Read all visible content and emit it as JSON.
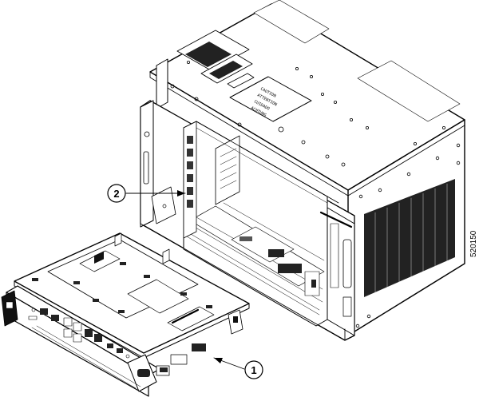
{
  "callouts": [
    {
      "id": "1",
      "label": "1"
    },
    {
      "id": "2",
      "label": "2"
    }
  ],
  "figure_id": "520150",
  "chassis_label_text": [
    "CAUTION",
    "ATTENTION",
    "CUIDADO",
    "ACHTUNG"
  ],
  "colors": {
    "line": "#000000",
    "background": "#ffffff",
    "shade": "#1a1a1a"
  }
}
